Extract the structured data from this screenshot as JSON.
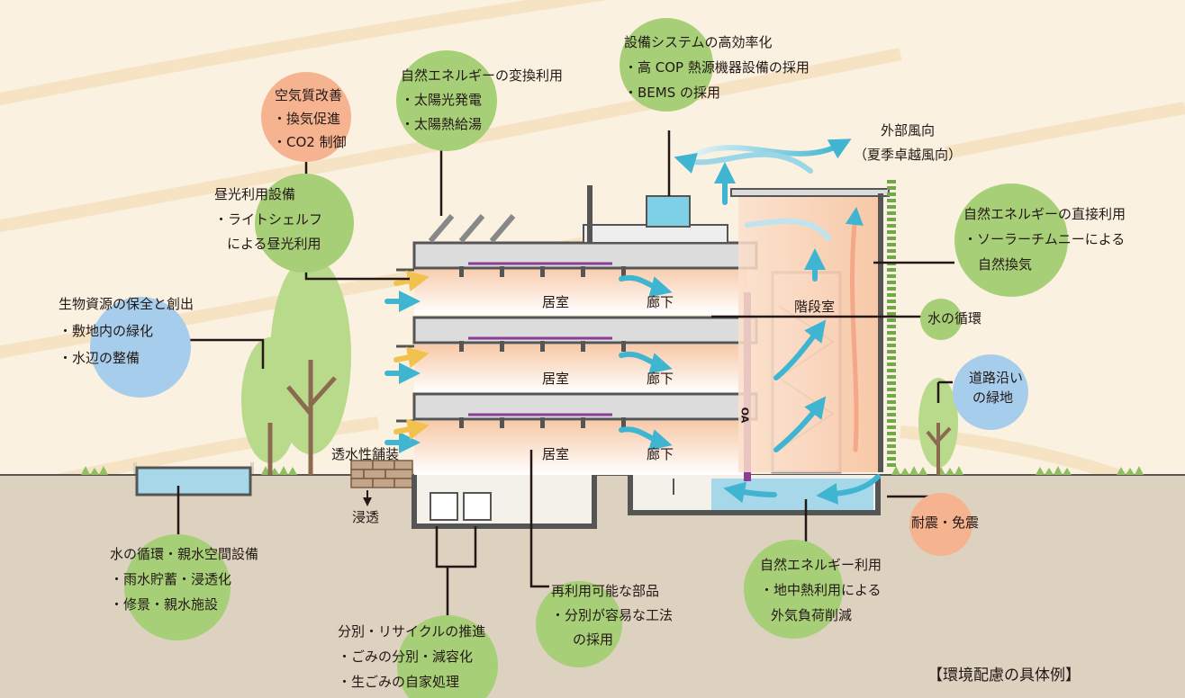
{
  "title": "【環境配慮の具体例】",
  "colors": {
    "green": "#a7cf78",
    "orange": "#f5b38f",
    "blue": "#a6cdec",
    "background": "#fbf1e0",
    "ground": "#ddd1c0",
    "air_arrow": "#3fb5d1",
    "pipe": "#8a3c96"
  },
  "labels": {
    "air_quality": {
      "title": "空気質改善",
      "items": [
        "・換気促進",
        "・CO2 制御"
      ]
    },
    "natural_energy_conversion": {
      "title": "自然エネルギーの変換利用",
      "items": [
        "・太陽光発電",
        "・太陽熱給湯"
      ]
    },
    "equipment_efficiency": {
      "title": "設備システムの高効率化",
      "items": [
        "・高 COP 熱源機器設備の採用",
        "・BEMS の採用"
      ]
    },
    "outside_wind": {
      "title": "外部風向",
      "sub": "（夏季卓越風向）"
    },
    "daylight": {
      "title": "昼光利用設備",
      "items": [
        "・ライトシェルフ",
        "による昼光利用"
      ]
    },
    "natural_energy_direct": {
      "title": "自然エネルギーの直接利用",
      "items": [
        "・ソーラーチムニーによる",
        "自然換気"
      ]
    },
    "biological": {
      "title": "生物資源の保全と創出",
      "items": [
        "・敷地内の緑化",
        "・水辺の整備"
      ]
    },
    "water_cycle": {
      "title": "水の循環"
    },
    "roadside_green": {
      "lines": [
        "道路沿い",
        "の緑地"
      ]
    },
    "permeable_paving": {
      "title": "透水性舗装"
    },
    "infiltration": {
      "title": "浸透"
    },
    "seismic": {
      "title": "耐震・免震"
    },
    "water_facilities": {
      "title": "水の循環・親水空間設備",
      "items": [
        "・雨水貯蓄・浸透化",
        "・修景・親水施設"
      ]
    },
    "recycle_parts": {
      "title": "再利用可能な部品",
      "items": [
        "・分別が容易な工法",
        "の採用"
      ]
    },
    "recycling": {
      "title": "分別・リサイクルの推進",
      "items": [
        "・ごみの分別・減容化",
        "・生ごみの自家処理"
      ]
    },
    "geothermal": {
      "title": "自然エネルギー利用",
      "items": [
        "・地中熱利用による",
        "外気負荷削減"
      ]
    }
  },
  "rooms": {
    "living": "居室",
    "corridor": "廊下",
    "stairs": "階段室",
    "oa": "OA"
  }
}
